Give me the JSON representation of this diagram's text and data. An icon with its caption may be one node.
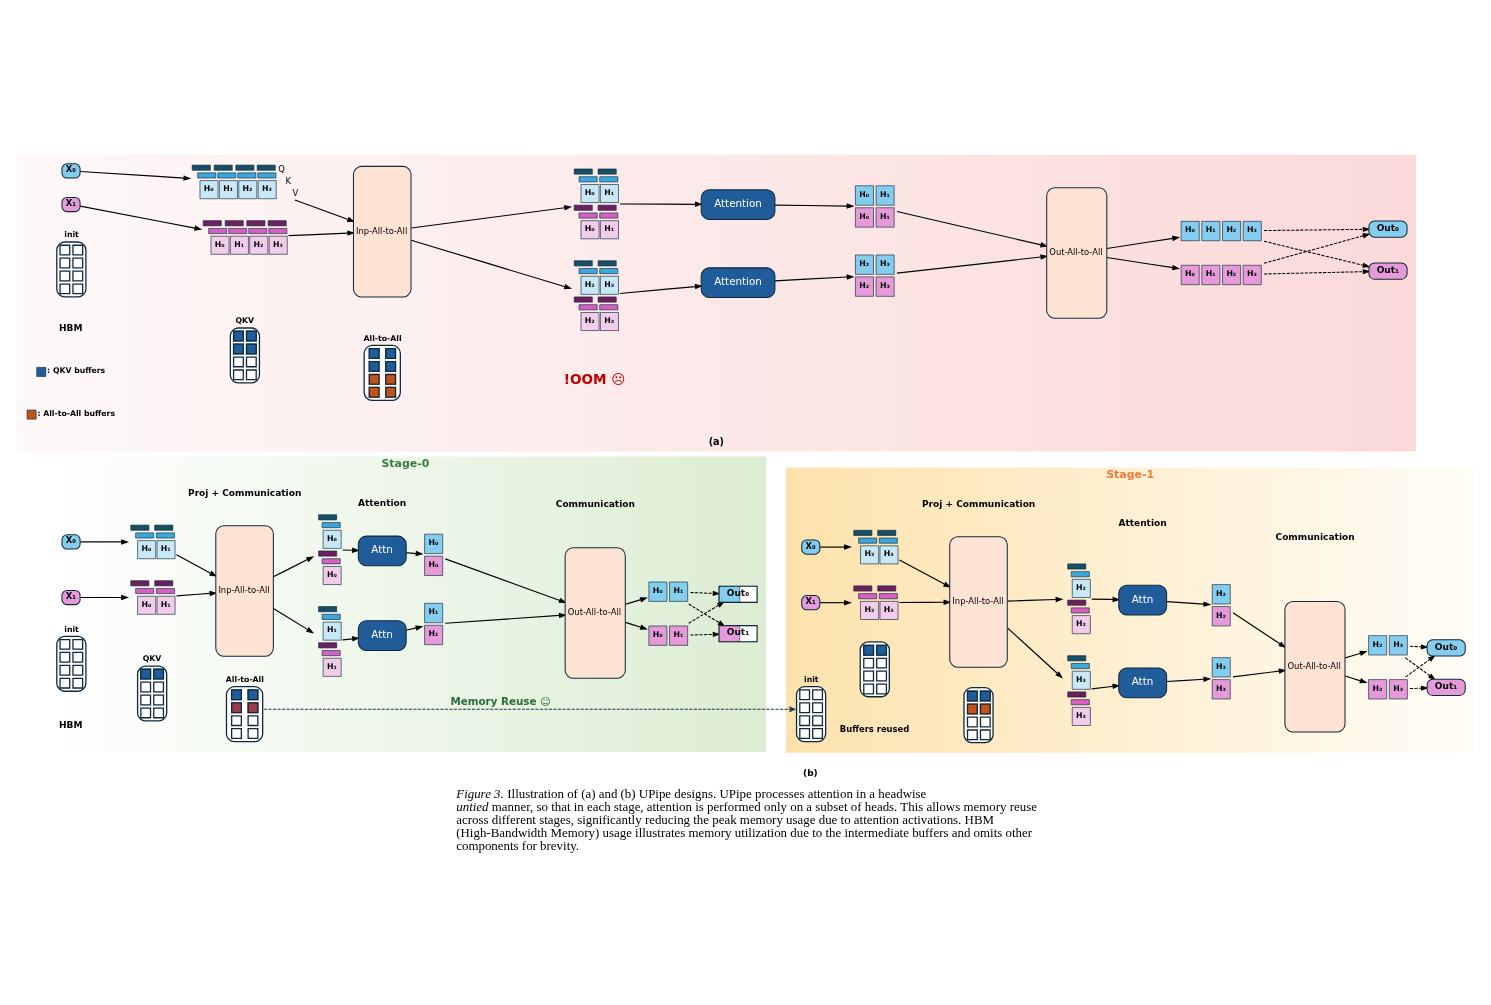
{
  "diagram": {
    "caption": "*Figure 3.* Illustration of (a) and (b) UPipe designs. UPipe processes attention in a headwise *untied* manner, so that in each stage, attention is performed only on a subset of heads. This allows memory reuse across different stages, significantly reducing the peak memory usage due to attention activations. HBM (High-Bandwidth Memory) usage illustrates memory utilization due to the intermediate buffers and omits other components for brevity.",
    "nodes": [
      {
        "text": [
          "(a)"
        ]
      },
      {
        "text": [
          "X₀"
        ],
        "in": 0
      },
      {
        "text": [
          "H₀",
          "H₁",
          "H₂",
          "H₃"
        ],
        "beside": [
          "Q",
          "K",
          "V"
        ],
        "in": 0
      },
      {
        "text": [
          "X₁"
        ],
        "in": 0
      },
      {
        "text": [
          "H₀",
          "H₁",
          "H₂",
          "H₃"
        ],
        "in": 0
      },
      {
        "text": [
          "Inp-All-to-All"
        ],
        "in": 0
      },
      {
        "text": [
          "H₀",
          "H₁",
          "H₀",
          "H₁"
        ],
        "in": 0
      },
      {
        "text": [
          "H₂",
          "H₃",
          "H₂",
          "H₃"
        ],
        "in": 0
      },
      {
        "text": [
          "Attention"
        ],
        "in": 0
      },
      {
        "text": [
          "Attention"
        ],
        "in": 0
      },
      {
        "text": [
          "H₀",
          "H₁",
          "H₀",
          "H₁"
        ],
        "in": 0
      },
      {
        "text": [
          "H₂",
          "H₃",
          "H₂",
          "H₃"
        ],
        "in": 0
      },
      {
        "text": [
          "Out-All-to-All"
        ],
        "in": 0
      },
      {
        "text": [
          "H₀",
          "H₁",
          "H₂",
          "H₃"
        ],
        "in": 0
      },
      {
        "text": [
          "H₀",
          "H₁",
          "H₂",
          "H₃"
        ],
        "in": 0
      },
      {
        "text": [
          "Out₀"
        ],
        "in": 0
      },
      {
        "text": [
          "Out₁"
        ],
        "in": 0
      },
      {
        "text": [
          "init"
        ],
        "in": 0
      },
      {
        "text": [
          "QKV"
        ],
        "in": 0
      },
      {
        "text": [
          "All-to-All"
        ],
        "in": 0
      },
      {
        "text": [
          "Stage-0"
        ]
      },
      {
        "text": [
          "X₀"
        ],
        "in": 20
      },
      {
        "text": [
          "H₀",
          "H₁"
        ],
        "in": 20
      },
      {
        "text": [
          "X₁"
        ],
        "in": 20
      },
      {
        "text": [
          "H₀",
          "H₁"
        ],
        "in": 20
      },
      {
        "text": [
          "Inp-All-to-All"
        ],
        "in": 20
      },
      {
        "text": [
          "H₀",
          "H₀"
        ],
        "in": 20
      },
      {
        "text": [
          "H₁",
          "H₁"
        ],
        "in": 20
      },
      {
        "text": [
          "Attn"
        ],
        "in": 20
      },
      {
        "text": [
          "Attn"
        ],
        "in": 20
      },
      {
        "text": [
          "H₀",
          "H₀"
        ],
        "in": 20
      },
      {
        "text": [
          "H₁",
          "H₁"
        ],
        "in": 20
      },
      {
        "text": [
          "Out-All-to-All"
        ],
        "in": 20
      },
      {
        "text": [
          "H₀",
          "H₁"
        ],
        "in": 20
      },
      {
        "text": [
          "H₀",
          "H₁"
        ],
        "in": 20
      },
      {
        "text": [
          "Out₀"
        ],
        "in": 20
      },
      {
        "text": [
          "Out₁"
        ],
        "in": 20
      },
      {
        "text": [
          "init"
        ],
        "in": 20
      },
      {
        "text": [
          "QKV"
        ],
        "in": 20
      },
      {
        "text": [
          "All-to-All"
        ],
        "in": 20
      },
      {
        "text": [
          "Stage-1"
        ]
      },
      {
        "text": [
          "X₀"
        ],
        "in": 40
      },
      {
        "text": [
          "H₂",
          "H₃"
        ],
        "in": 40
      },
      {
        "text": [
          "X₁"
        ],
        "in": 40
      },
      {
        "text": [
          "H₂",
          "H₃"
        ],
        "in": 40
      },
      {
        "text": [
          "Inp-All-to-All"
        ],
        "in": 40
      },
      {
        "text": [
          "H₂",
          "H₂"
        ],
        "in": 40
      },
      {
        "text": [
          "H₃",
          "H₃"
        ],
        "in": 40
      },
      {
        "text": [
          "Attn"
        ],
        "in": 40
      },
      {
        "text": [
          "Attn"
        ],
        "in": 40
      },
      {
        "text": [
          "H₂",
          "H₂"
        ],
        "in": 40
      },
      {
        "text": [
          "H₃",
          "H₃"
        ],
        "in": 40
      },
      {
        "text": [
          "Out-All-to-All"
        ],
        "in": 40
      },
      {
        "text": [
          "H₂",
          "H₃"
        ],
        "in": 40
      },
      {
        "text": [
          "H₂",
          "H₃"
        ],
        "in": 40
      },
      {
        "text": [
          "Out₀"
        ],
        "in": 40
      },
      {
        "text": [
          "Out₁"
        ],
        "in": 40
      },
      {
        "text": [
          "init"
        ],
        "in": 40
      },
      {
        "text": [],
        "shape": "box",
        "in": 40
      },
      {
        "text": [],
        "shape": "box",
        "in": 40
      }
    ],
    "edges": [
      {
        "from": 1,
        "to": 2,
        "arrow": "to"
      },
      {
        "from": 3,
        "to": 4,
        "arrow": "to"
      },
      {
        "from": 2,
        "to": 5,
        "arrow": "to"
      },
      {
        "from": 4,
        "to": 5,
        "arrow": "to"
      },
      {
        "from": 5,
        "to": 7,
        "arrow": "to"
      },
      {
        "from": 5,
        "to": 6,
        "arrow": "to"
      },
      {
        "from": 6,
        "to": 8,
        "arrow": "to"
      },
      {
        "from": 7,
        "to": 9,
        "arrow": "to"
      },
      {
        "from": 8,
        "to": 10,
        "arrow": "to"
      },
      {
        "from": 9,
        "to": 11,
        "arrow": "to"
      },
      {
        "from": 10,
        "to": 12,
        "arrow": "to"
      },
      {
        "from": 11,
        "to": 12,
        "arrow": "to"
      },
      {
        "from": 12,
        "to": 14,
        "arrow": "to"
      },
      {
        "from": 12,
        "to": 13,
        "arrow": "to"
      },
      {
        "from": 13,
        "to": 16,
        "arrow": "to",
        "style": "dashed"
      },
      {
        "from": 13,
        "to": 15,
        "arrow": "to",
        "style": "dashed"
      },
      {
        "from": 14,
        "to": 16,
        "arrow": "to",
        "style": "dashed"
      },
      {
        "from": 14,
        "to": 15,
        "arrow": "to",
        "style": "dashed"
      },
      {
        "from": 21,
        "to": 22,
        "arrow": "to"
      },
      {
        "from": 23,
        "to": 24,
        "arrow": "to"
      },
      {
        "from": 22,
        "to": 25,
        "arrow": "to"
      },
      {
        "from": 24,
        "to": 25,
        "arrow": "to"
      },
      {
        "from": 25,
        "to": 27,
        "arrow": "to"
      },
      {
        "from": 25,
        "to": 26,
        "arrow": "to"
      },
      {
        "from": 26,
        "to": 28,
        "arrow": "to"
      },
      {
        "from": 27,
        "to": 29,
        "arrow": "to"
      },
      {
        "from": 28,
        "to": 30,
        "arrow": "to"
      },
      {
        "from": 29,
        "to": 31,
        "arrow": "to"
      },
      {
        "from": 30,
        "to": 32,
        "arrow": "to"
      },
      {
        "from": 31,
        "to": 32,
        "arrow": "to"
      },
      {
        "from": 32,
        "to": 34,
        "arrow": "to"
      },
      {
        "from": 32,
        "to": 33,
        "arrow": "to"
      },
      {
        "from": 33,
        "to": 36,
        "arrow": "to",
        "style": "dashed"
      },
      {
        "from": 33,
        "to": 35,
        "arrow": "to",
        "style": "dashed"
      },
      {
        "from": 34,
        "to": 36,
        "arrow": "to",
        "style": "dashed"
      },
      {
        "from": 34,
        "to": 35,
        "arrow": "to",
        "style": "dashed"
      },
      {
        "from": 39,
        "to": 57,
        "arrow": "to",
        "label": "Memory Reuse ☺",
        "style": "dashed",
        "color": "#1b3a4b"
      },
      {
        "from": 41,
        "to": 42,
        "arrow": "to"
      },
      {
        "from": 43,
        "to": 44,
        "arrow": "to"
      },
      {
        "from": 42,
        "to": 45,
        "arrow": "to"
      },
      {
        "from": 44,
        "to": 45,
        "arrow": "to"
      },
      {
        "from": 45,
        "to": 47,
        "arrow": "to"
      },
      {
        "from": 45,
        "to": 46,
        "arrow": "to"
      },
      {
        "from": 46,
        "to": 48,
        "arrow": "to"
      },
      {
        "from": 47,
        "to": 49,
        "arrow": "to"
      },
      {
        "from": 48,
        "to": 50,
        "arrow": "to"
      },
      {
        "from": 49,
        "to": 51,
        "arrow": "to"
      },
      {
        "from": 50,
        "to": 52,
        "arrow": "to"
      },
      {
        "from": 51,
        "to": 52,
        "arrow": "to"
      },
      {
        "from": 52,
        "to": 54,
        "arrow": "to"
      },
      {
        "from": 52,
        "to": 53,
        "arrow": "to"
      },
      {
        "from": 53,
        "to": 56,
        "arrow": "to",
        "style": "dashed"
      },
      {
        "from": 53,
        "to": 55,
        "arrow": "to",
        "style": "dashed"
      },
      {
        "from": 54,
        "to": 56,
        "arrow": "to",
        "style": "dashed"
      },
      {
        "from": 54,
        "to": 55,
        "arrow": "to",
        "style": "dashed"
      }
    ],
    "labels": [
      "HBM",
      "!OOM ☹",
      "Proj + Communication",
      "Attention",
      "Communication",
      "Proj + Communication",
      "Attention",
      "Communication",
      "Buffers reused",
      "HBM",
      "(b)"
    ],
    "legend": [
      {
        "text": ": QKV buffers",
        "color": "#1f5c99"
      },
      {
        "text": ": All-to-All buffers",
        "color": "#c4531a"
      }
    ]
  }
}
